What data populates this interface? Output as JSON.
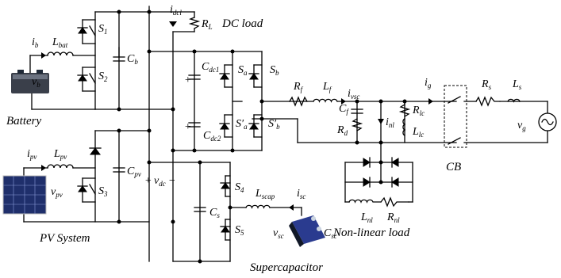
{
  "labels": {
    "i_b": "i",
    "i_b_sub": "b",
    "L_bat": "L",
    "L_bat_sub": "bat",
    "v_b": "v",
    "v_b_sub": "b",
    "S1": "S",
    "S1_sub": "1",
    "S2": "S",
    "S2_sub": "2",
    "C_b": "C",
    "C_b_sub": "b",
    "battery": "Battery",
    "i_dcl": "i",
    "i_dcl_sub": "dcl",
    "R_L": "R",
    "R_L_sub": "L",
    "dc_load": "DC load",
    "C_dc1": "C",
    "C_dc1_sub": "dc1",
    "C_dc2": "C",
    "C_dc2_sub": "dc2",
    "S_a": "S",
    "S_a_sub": "a",
    "S_b": "S",
    "S_b_sub": "b",
    "S_pa": "S′",
    "S_pa_sub": "a",
    "S_pb": "S′",
    "S_pb_sub": "b",
    "R_f": "R",
    "R_f_sub": "f",
    "L_f": "L",
    "L_f_sub": "f",
    "i_vsc": "i",
    "i_vsc_sub": "vsc",
    "C_f": "C",
    "C_f_sub": "f",
    "R_d": "R",
    "R_d_sub": "d",
    "i_nl": "i",
    "i_nl_sub": "nl",
    "R_lc": "R",
    "R_lc_sub": "lc",
    "L_lc": "L",
    "L_lc_sub": "lc",
    "i_g": "i",
    "i_g_sub": "g",
    "R_s": "R",
    "R_s_sub": "s",
    "L_s": "L",
    "L_s_sub": "s",
    "v_g": "v",
    "v_g_sub": "g",
    "CB": "CB",
    "i_pv": "i",
    "i_pv_sub": "pv",
    "L_pv": "L",
    "L_pv_sub": "pv",
    "v_pv": "v",
    "v_pv_sub": "pv",
    "S3": "S",
    "S3_sub": "3",
    "C_pv": "C",
    "C_pv_sub": "pv",
    "v_dc": "v",
    "v_dc_sub": "dc",
    "pv_system": "PV System",
    "S4": "S",
    "S4_sub": "4",
    "S5": "S",
    "S5_sub": "5",
    "C_s": "C",
    "C_s_sub": "s",
    "L_scap": "L",
    "L_scap_sub": "scap",
    "i_sc": "i",
    "i_sc_sub": "sc",
    "v_sc": "v",
    "v_sc_sub": "sc",
    "C_sc": "C",
    "C_sc_sub": "sc",
    "supercapacitor": "Supercapacitor",
    "L_nl": "L",
    "L_nl_sub": "nl",
    "R_nl": "R",
    "R_nl_sub": "nl",
    "nonlinear_load": "Non-linear load",
    "plus": "+",
    "minus": "−"
  },
  "colors": {
    "wire": "#000000",
    "battery_body": "#3a3f4a",
    "pv_panel": "#1f2f6b",
    "supercap_body": "#2a3b8f"
  }
}
